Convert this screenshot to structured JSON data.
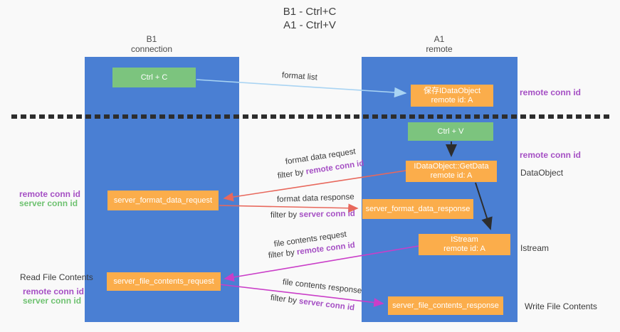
{
  "title": {
    "line1": "B1 - Ctrl+C",
    "line2": "A1 - Ctrl+V"
  },
  "columns": {
    "left": {
      "name": "B1",
      "sub": "connection"
    },
    "right": {
      "name": "A1",
      "sub": "remote"
    }
  },
  "nodes": {
    "ctrl_c": {
      "label": "Ctrl + C"
    },
    "ctrl_v": {
      "label": "Ctrl + V"
    },
    "save_idataobject": {
      "line1": "保存IDataObject",
      "line2": "remote id: A"
    },
    "getdata": {
      "line1": "IDataObject::GetData",
      "line2": "remote id: A"
    },
    "istream": {
      "line1": "IStream",
      "line2": "remote id: A"
    },
    "format_request": {
      "label": "server_format_data_request"
    },
    "format_response": {
      "label": "server_format_data_response"
    },
    "file_request": {
      "label": "server_file_contents_request"
    },
    "file_response": {
      "label": "server_file_contents_response"
    }
  },
  "right_labels": [
    {
      "text": "remote conn id"
    },
    {
      "text": "remote conn id"
    },
    {
      "text": "DataObject"
    },
    {
      "text": "Istream"
    },
    {
      "text": "Write File Contents"
    }
  ],
  "left_labels": [
    {
      "text": "remote conn id"
    },
    {
      "text": "server conn id"
    },
    {
      "text": "Read File Contents"
    },
    {
      "text": "remote conn id"
    },
    {
      "text": "server conn id"
    }
  ],
  "arrow_labels": {
    "format_list": "format list",
    "format_data_request": "format data request",
    "format_data_request_filter_prefix": "filter by ",
    "format_data_request_filter_key": "remote conn id",
    "format_data_response": "format data response",
    "format_data_response_filter_prefix": "filter by ",
    "format_data_response_filter_key": "server conn id",
    "file_contents_request": "file contents request",
    "file_contents_request_filter_prefix": "filter by ",
    "file_contents_request_filter_key": "remote conn id",
    "file_contents_response": "file contents response",
    "file_contents_response_filter_prefix": "filter by ",
    "file_contents_response_filter_key": "server conn id"
  },
  "colors": {
    "column_blue": "#4a7fd3",
    "box_green": "#7cc47e",
    "box_orange": "#fbad4b",
    "purple_text": "#a54fc4",
    "green_text": "#6fc271",
    "arrow_red": "#e8685c",
    "arrow_magenta": "#ca3ec8",
    "arrow_lightblue": "#a9d4f3",
    "arrow_black": "#2d2d2d"
  }
}
